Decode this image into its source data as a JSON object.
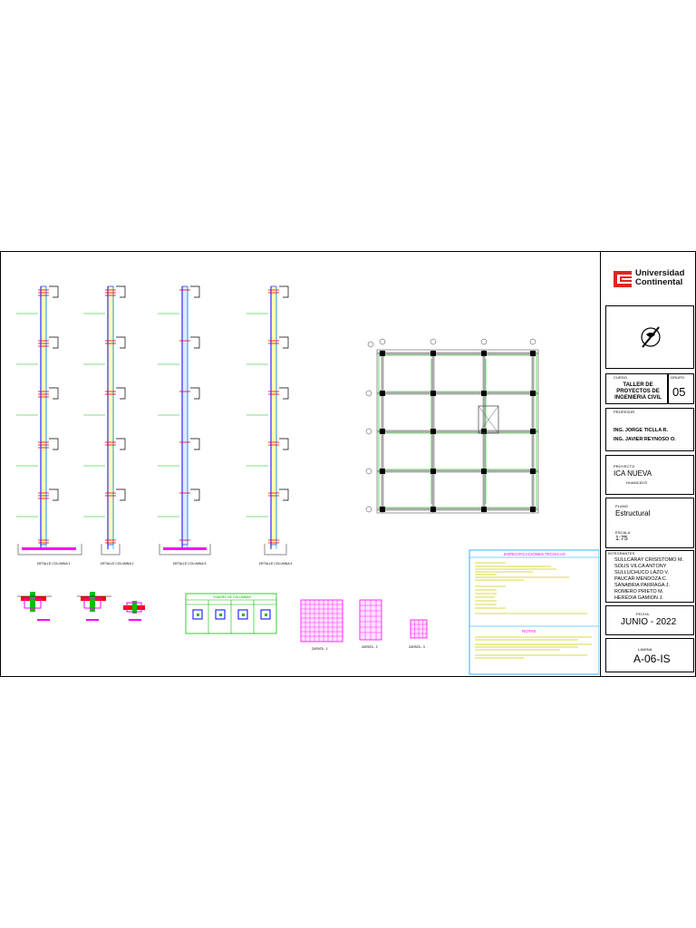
{
  "institution": {
    "name_line1": "Universidad",
    "name_line2": "Continental"
  },
  "title_block": {
    "course_label": "CURSO",
    "course_value": "TALLER DE PROYECTOS DE INGENIERIA CIVIL",
    "group_label": "GRUPO",
    "group_value": "05",
    "professor_label": "PROFESOR",
    "professors": [
      "ING. JORGE TICLLA R.",
      "ING. JAVIER REYNOSO O."
    ],
    "project_label": "PROYECTO",
    "project_value": "ICA NUEVA",
    "project_location": "HUANCAYO",
    "plan_label": "PLANO",
    "plan_value": "Estructural",
    "scale_label": "ESCALA",
    "scale_value": "1:75",
    "members_label": "INTEGRANTES",
    "members": [
      "SULLCARAY CRISISTOMO M.",
      "SOLIS VILCA ANTONY",
      "SULLUCHUCO LAZO V.",
      "PAUCAR MENDOZA C.",
      "SANABRIA PARRAGA J.",
      "ROMERO PRIETO M.",
      "HEREDIA GAMION J."
    ],
    "date_label": "FECHA",
    "date_value": "JUNIO - 2022",
    "sheet_label": "LAMINA",
    "sheet_value": "A-06-IS"
  },
  "drawing": {
    "specs_title": "ESPECIFICACIONES TECNICAS",
    "notes_title": "NOTAS:",
    "riser_captions": [
      "DETALLE COLUMNA 1",
      "DETALLE COLUMNA 2",
      "DETALLE COLUMNA 3",
      "DETALLE COLUMNA 4"
    ],
    "table_title": "CUADRO DE COLUMNAS",
    "grid_captions": [
      "ZAPATA - 1",
      "ZAPATA - 2",
      "ZAPATA - 3"
    ]
  },
  "colors": {
    "magenta": "#ff00ff",
    "blue": "#0000ff",
    "yellow": "#ffff00",
    "green": "#00c000",
    "red": "#ff0000",
    "cyan": "#00ffff",
    "logo_red": "#e1251b"
  }
}
